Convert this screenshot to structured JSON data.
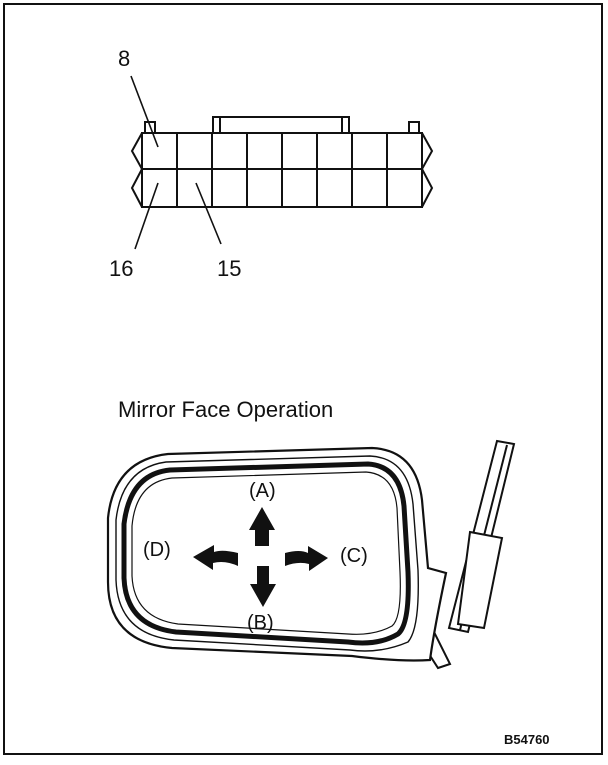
{
  "connector": {
    "pin_labels": {
      "top_left": "8",
      "bottom_left": "16",
      "bottom_second": "15"
    }
  },
  "mirror": {
    "title": "Mirror Face Operation",
    "directions": {
      "up": "(A)",
      "down": "(B)",
      "right": "(C)",
      "left": "(D)"
    }
  },
  "figure_code": "B54760"
}
